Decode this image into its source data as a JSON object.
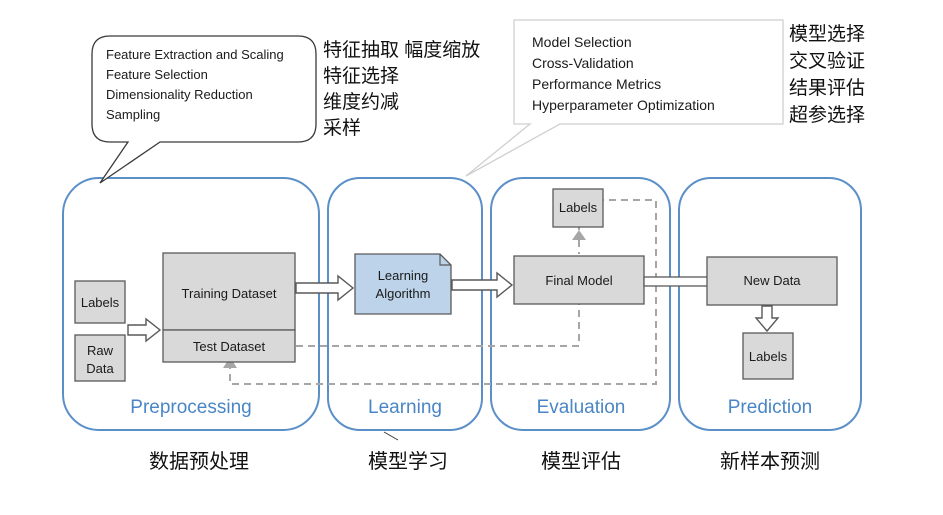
{
  "panels": {
    "preprocessing": {
      "label": "Preprocessing",
      "cn": "数据预处理"
    },
    "learning": {
      "label": "Learning",
      "cn": "模型学习"
    },
    "evaluation": {
      "label": "Evaluation",
      "cn": "模型评估"
    },
    "prediction": {
      "label": "Prediction",
      "cn": "新样本预测"
    }
  },
  "boxes": {
    "labels_left": "Labels",
    "raw_data": [
      "Raw",
      "Data"
    ],
    "training_dataset": "Training Dataset",
    "test_dataset": "Test Dataset",
    "learning_algorithm": [
      "Learning",
      "Algorithm"
    ],
    "final_model": "Final Model",
    "labels_eval": "Labels",
    "new_data": "New Data",
    "labels_pred": "Labels"
  },
  "notes": {
    "preprocessing": {
      "lines": [
        "Feature Extraction and Scaling",
        "Feature Selection",
        "Dimensionality Reduction",
        "Sampling"
      ],
      "cn": [
        "特征抽取 幅度缩放",
        "特征选择",
        "维度约减",
        "采样"
      ]
    },
    "evaluation": {
      "lines": [
        "Model Selection",
        "Cross-Validation",
        "Performance Metrics",
        "Hyperparameter Optimization"
      ],
      "cn": [
        "模型选择",
        "交叉验证",
        "结果评估",
        "超参选择"
      ]
    }
  },
  "colors": {
    "panel_border": "#5b8fc7",
    "panel_label": "#4a86c5",
    "box_fill": "#d9d9d9",
    "algorithm_fill": "#bcd3ea",
    "dashed_line": "#a6a6a6"
  }
}
